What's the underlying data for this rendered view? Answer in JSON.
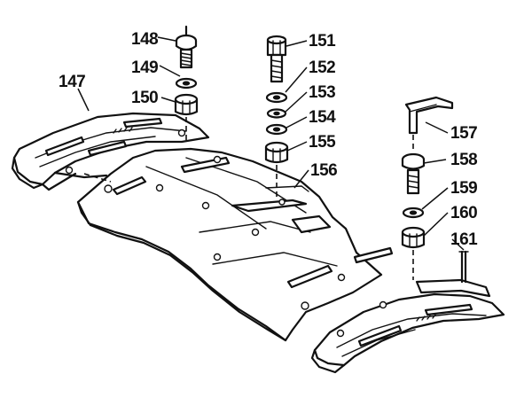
{
  "diagram": {
    "part_numbers": {
      "p147": "147",
      "p148": "148",
      "p149": "149",
      "p150": "150",
      "p151": "151",
      "p152": "152",
      "p153": "153",
      "p154": "154",
      "p155": "155",
      "p156": "156",
      "p157": "157",
      "p158": "158",
      "p159": "159",
      "p160": "160",
      "p161": "161"
    }
  }
}
